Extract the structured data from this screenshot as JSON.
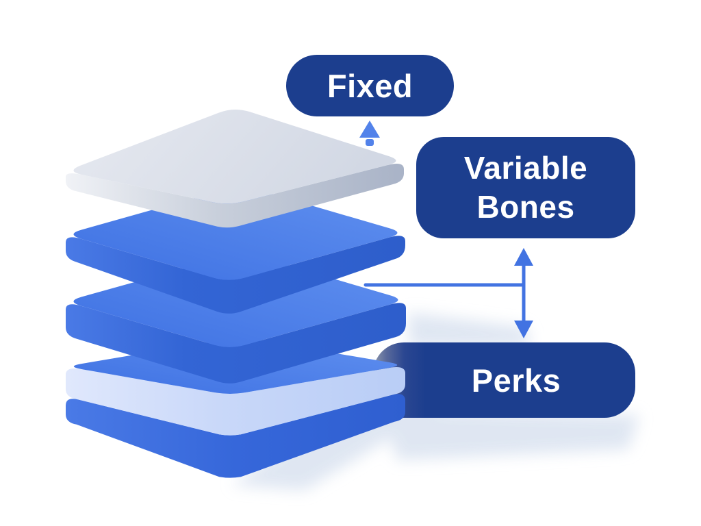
{
  "diagram": {
    "labels": {
      "fixed": "Fixed",
      "variable_line1": "Variable",
      "variable_line2": "Bones",
      "perks": "Perks"
    },
    "colors": {
      "background": "#ffffff",
      "label_background": "#1c3e8e",
      "label_text": "#ffffff",
      "connector_blue": "#4273e2",
      "arrow_blue": "#5282ea",
      "slab_gray_top": "#dde3ec",
      "slab_gray_side": "#b9c1d0",
      "slab_blue_top": "#4a7ce8",
      "slab_blue_side": "#2f62d3",
      "slab_light_band": "#c9d8f9",
      "shadow": "#dce4f1"
    },
    "stack_layers": [
      {
        "name": "top-gray-layer"
      },
      {
        "name": "upper-blue-layer"
      },
      {
        "name": "lower-blue-layer"
      },
      {
        "name": "bottom-light-blue-layer"
      }
    ]
  }
}
